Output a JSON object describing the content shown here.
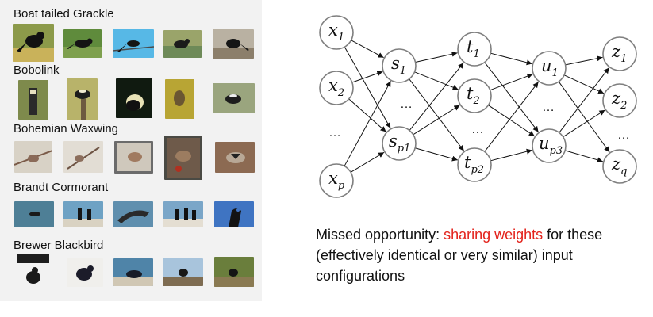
{
  "species": [
    {
      "name": "Boat tailed Grackle"
    },
    {
      "name": "Bobolink"
    },
    {
      "name": "Bohemian Waxwing"
    },
    {
      "name": "Brandt Cormorant"
    },
    {
      "name": "Brewer Blackbird"
    }
  ],
  "network": {
    "input_nodes": [
      {
        "base": "x",
        "sub": "1"
      },
      {
        "base": "x",
        "sub": "2"
      },
      {
        "base": "x",
        "sub": "p"
      }
    ],
    "layer1_nodes": [
      {
        "base": "s",
        "sub": "1"
      },
      {
        "base": "s",
        "sub": "p1"
      }
    ],
    "layer2_nodes": [
      {
        "base": "t",
        "sub": "1"
      },
      {
        "base": "t",
        "sub": "2"
      },
      {
        "base": "t",
        "sub": "p2"
      }
    ],
    "layer3_nodes": [
      {
        "base": "u",
        "sub": "1"
      },
      {
        "base": "u",
        "sub": "p3"
      }
    ],
    "output_nodes": [
      {
        "base": "z",
        "sub": "1"
      },
      {
        "base": "z",
        "sub": "2"
      },
      {
        "base": "z",
        "sub": "q"
      }
    ],
    "ellipsis": "…"
  },
  "caption": {
    "before": "Missed opportunity: ",
    "highlight": "sharing weights",
    "after": " for these (effectively identical or very similar) input configurations"
  },
  "colors": {
    "highlight": "#e3231c",
    "node_stroke": "#7f7f7f",
    "panel_bg": "#f2f2f2"
  }
}
